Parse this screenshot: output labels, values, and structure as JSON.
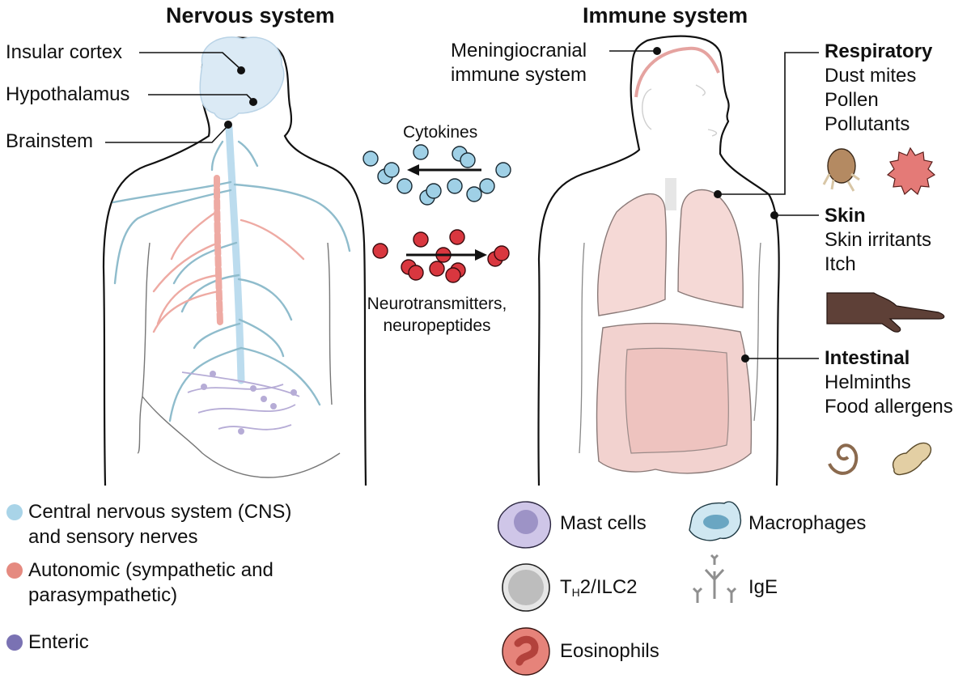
{
  "nervous": {
    "title": "Nervous system",
    "labels": {
      "insular_cortex": "Insular cortex",
      "hypothalamus": "Hypothalamus",
      "brainstem": "Brainstem"
    },
    "legend": [
      {
        "line1": "Central nervous system (CNS)",
        "line2": "and sensory nerves",
        "color": "#a9d4e8"
      },
      {
        "line1": "Autonomic (sympathetic and",
        "line2": "parasympathetic)",
        "color": "#e58a80"
      },
      {
        "line1": "Enteric",
        "line2": "",
        "color": "#7a72b3"
      }
    ]
  },
  "middle": {
    "cytokines": "Cytokines",
    "neuro_line1": "Neurotransmitters,",
    "neuro_line2": "neuropeptides",
    "cytokine_color": "#9fd0e6",
    "neuro_color": "#d9373f"
  },
  "immune": {
    "title": "Immune system",
    "meningio_line1": "Meningiocranial",
    "meningio_line2": "immune system",
    "sites": [
      {
        "header": "Respiratory",
        "items": [
          "Dust mites",
          "Pollen",
          "Pollutants"
        ]
      },
      {
        "header": "Skin",
        "items": [
          "Skin irritants",
          "Itch"
        ]
      },
      {
        "header": "Intestinal",
        "items": [
          "Helminths",
          "Food allergens"
        ]
      }
    ],
    "cells": {
      "mast": "Mast cells",
      "macrophages": "Macrophages",
      "th2_T": "T",
      "th2_sub": "H",
      "th2_rest": "2/ILC2",
      "ige": "IgE",
      "eosinophils": "Eosinophils"
    }
  },
  "colors": {
    "cns": "#a9d4e8",
    "nerve": "#8fbccc",
    "autonomic": "#eeaaa3",
    "enteric": "#b6acd6",
    "organ": "#f5d9d6",
    "organ_stroke": "#8a7a78"
  }
}
